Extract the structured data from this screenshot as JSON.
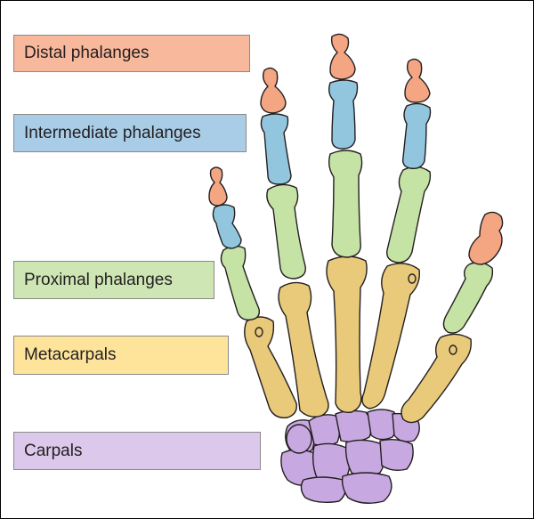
{
  "labels": {
    "distal": "Distal phalanges",
    "intermediate": "Intermediate phalanges",
    "proximal": "Proximal phalanges",
    "metacarpals": "Metacarpals",
    "carpals": "Carpals"
  },
  "colors": {
    "distal": "#f4a582",
    "intermediate": "#92c5de",
    "proximal": "#c5e3a4",
    "metacarpals": "#e9c97a",
    "carpals": "#c8a8e0",
    "label_distal": "#f7b89b",
    "label_intermediate": "#a9cde6",
    "label_proximal": "#cde6b4",
    "label_metacarpals": "#fde49a",
    "label_carpals": "#dcc8ea"
  }
}
